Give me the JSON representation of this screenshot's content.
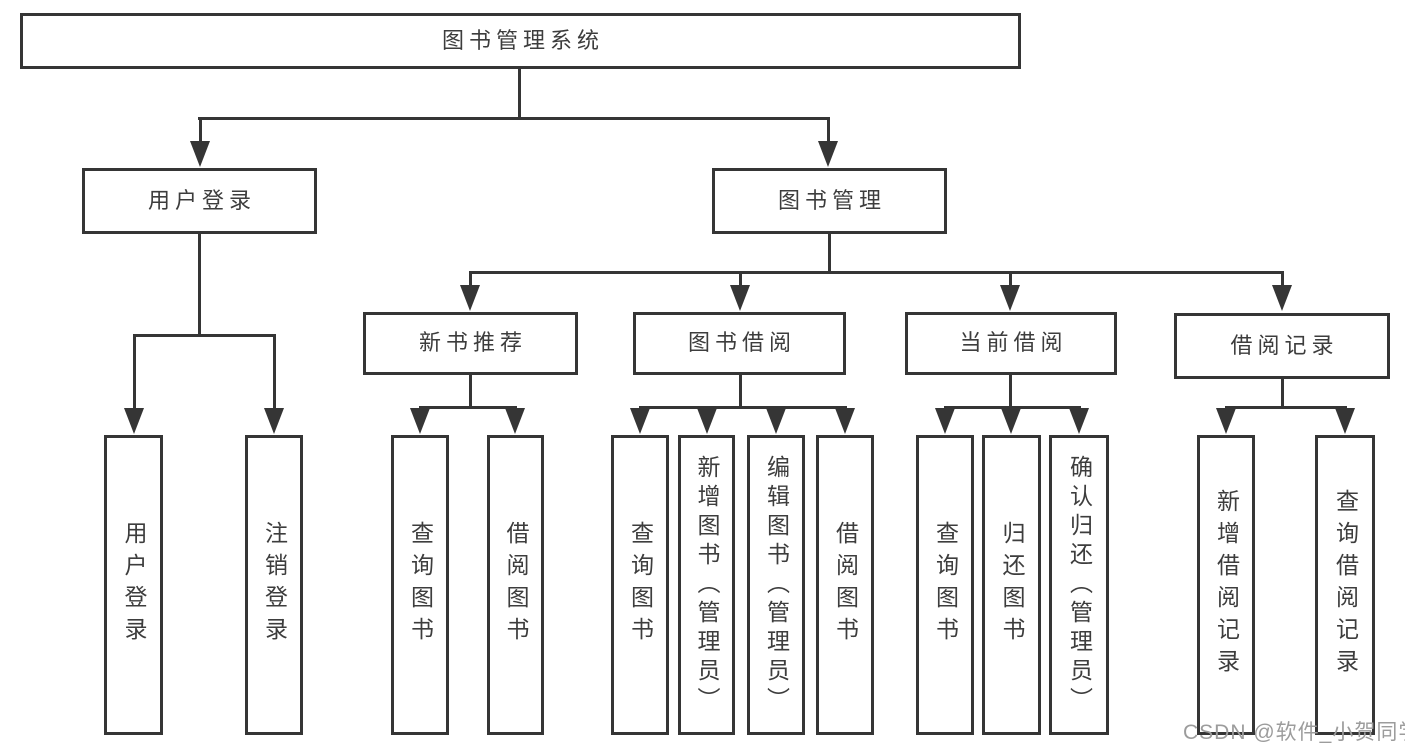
{
  "diagram": {
    "tree": {
      "root": "图书管理系统",
      "children": [
        {
          "label": "用户登录",
          "children": [
            {
              "label": "用户登录"
            },
            {
              "label": "注销登录"
            }
          ]
        },
        {
          "label": "图书管理",
          "children": [
            {
              "label": "新书推荐",
              "children": [
                {
                  "label": "查询图书"
                },
                {
                  "label": "借阅图书"
                }
              ]
            },
            {
              "label": "图书借阅",
              "children": [
                {
                  "label": "查询图书"
                },
                {
                  "label": "新增图书（管理员）"
                },
                {
                  "label": "编辑图书（管理员）"
                },
                {
                  "label": "借阅图书"
                }
              ]
            },
            {
              "label": "当前借阅",
              "children": [
                {
                  "label": "查询图书"
                },
                {
                  "label": "归还图书"
                },
                {
                  "label": "确认归还（管理员）"
                }
              ]
            },
            {
              "label": "借阅记录",
              "children": [
                {
                  "label": "新增借阅记录"
                },
                {
                  "label": "查询借阅记录"
                }
              ]
            }
          ]
        }
      ]
    },
    "colors": {
      "line": "#353535",
      "text": "#3d3d3d",
      "box_background": "#ffffff",
      "watermark": "#9c9c9c"
    }
  },
  "watermark": {
    "text": "CSDN @软件_小贺同学"
  }
}
